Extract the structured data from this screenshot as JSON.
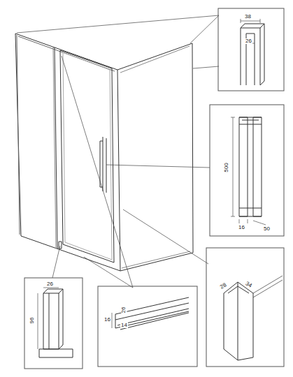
{
  "diagram": {
    "labels": [
      "38",
      "26",
      "500",
      "16",
      "50",
      "28",
      "34",
      "16",
      "26",
      "14",
      "26",
      "96"
    ]
  }
}
